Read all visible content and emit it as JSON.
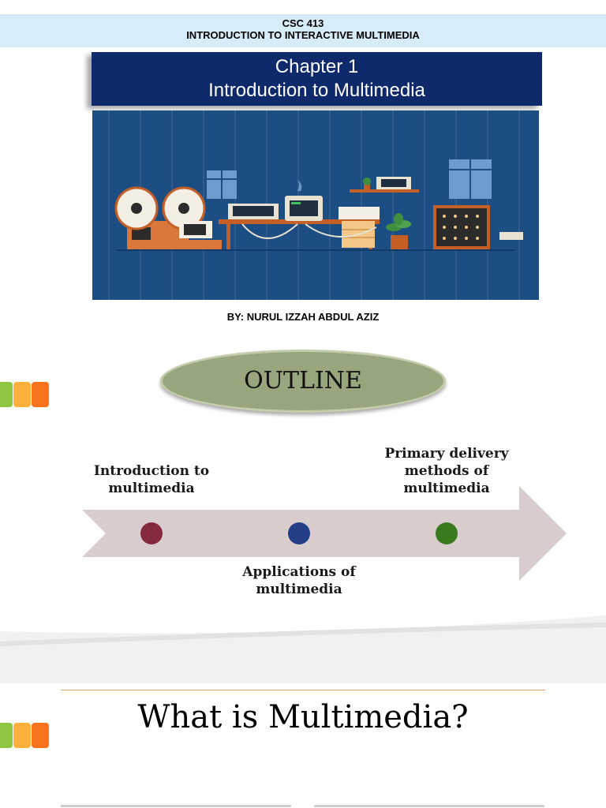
{
  "slide1": {
    "course_code": "CSC 413",
    "course_name": "INTRODUCTION TO INTERACTIVE MULTIMEDIA",
    "chapter_line1": "Chapter 1",
    "chapter_line2": "Introduction to Multimedia",
    "author": "BY: NURUL IZZAH ABDUL AZIZ"
  },
  "slide2": {
    "title": "OUTLINE",
    "items": [
      "Introduction to multimedia",
      "Applications of multimedia",
      "Primary delivery methods of multimedia"
    ],
    "dot_colors": [
      "#862a3e",
      "#233d86",
      "#3a7a1f"
    ]
  },
  "slide3": {
    "title": "What is Multimedia?"
  },
  "colors": {
    "bullet_green": "#8cc63f",
    "bullet_yellow": "#fbb03b",
    "bullet_orange": "#f7731e"
  }
}
